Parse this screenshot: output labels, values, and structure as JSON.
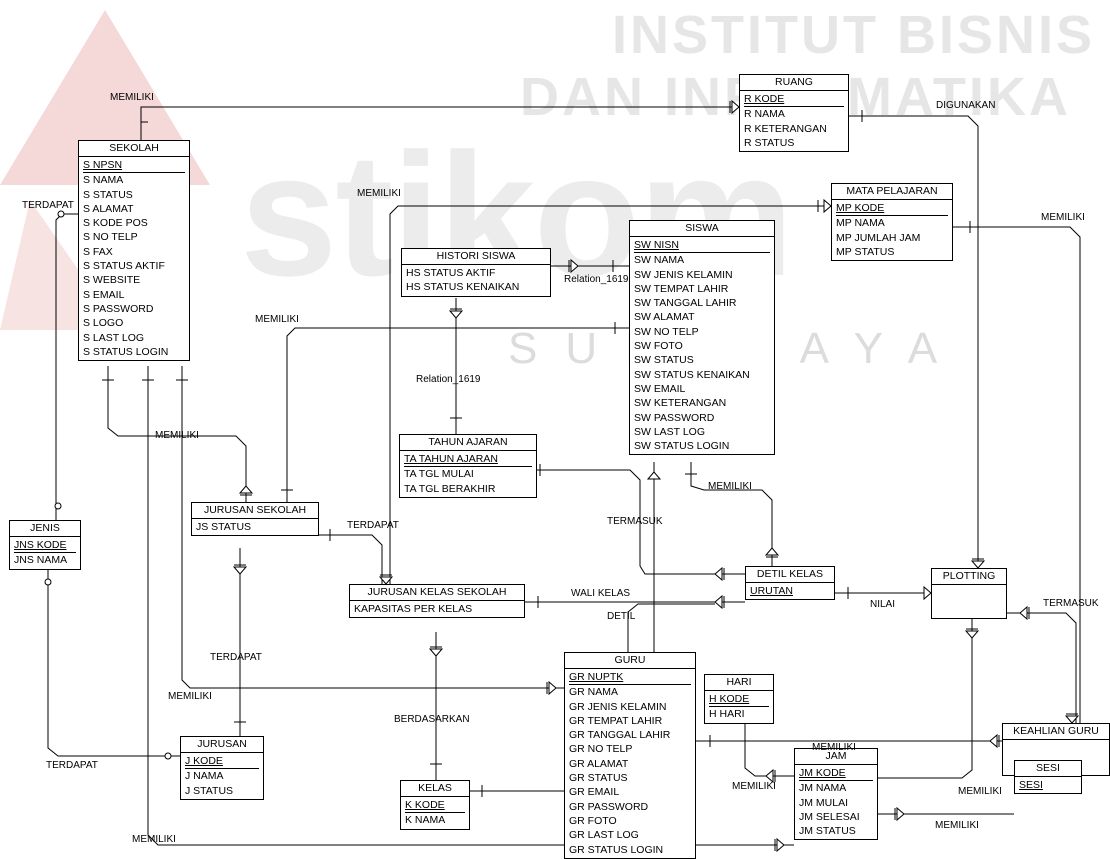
{
  "watermark": {
    "line1": "INSTITUT BISNIS",
    "line2": "DAN INFORMATIKA",
    "brand": "stikom",
    "city": "SURABAYA"
  },
  "entities": {
    "sekolah": {
      "title": "SEKOLAH",
      "pk": [
        "S NPSN"
      ],
      "attrs": [
        "S NAMA",
        "S STATUS",
        "S ALAMAT",
        "S KODE POS",
        "S NO TELP",
        "S FAX",
        "S STATUS AKTIF",
        "S WEBSITE",
        "S EMAIL",
        "S PASSWORD",
        "S LOGO",
        "S LAST LOG",
        "S STATUS LOGIN"
      ]
    },
    "ruang": {
      "title": "RUANG",
      "pk": [
        "R KODE"
      ],
      "attrs": [
        "R NAMA",
        "R KETERANGAN",
        "R STATUS"
      ]
    },
    "mata_pelajaran": {
      "title": "MATA PELAJARAN",
      "pk": [
        "MP KODE"
      ],
      "attrs": [
        "MP NAMA",
        "MP JUMLAH JAM",
        "MP STATUS"
      ]
    },
    "siswa": {
      "title": "SISWA",
      "pk": [
        "SW NISN"
      ],
      "attrs": [
        "SW NAMA",
        "SW JENIS KELAMIN",
        "SW TEMPAT LAHIR",
        "SW TANGGAL LAHIR",
        "SW ALAMAT",
        "SW NO TELP",
        "SW FOTO",
        "SW STATUS",
        "SW STATUS KENAIKAN",
        "SW EMAIL",
        "SW KETERANGAN",
        "SW PASSWORD",
        "SW LAST LOG",
        "SW STATUS LOGIN"
      ]
    },
    "histori_siswa": {
      "title": "HISTORI SISWA",
      "pk": [],
      "attrs": [
        "HS STATUS AKTIF",
        "HS STATUS KENAIKAN"
      ]
    },
    "tahun_ajaran": {
      "title": "TAHUN AJARAN",
      "pk": [
        "TA TAHUN AJARAN"
      ],
      "attrs": [
        "TA TGL MULAI",
        "TA TGL BERAKHIR"
      ]
    },
    "jurusan_sekolah": {
      "title": "JURUSAN SEKOLAH",
      "pk": [],
      "attrs": [
        "JS STATUS"
      ]
    },
    "jurusan_kelas_sekolah": {
      "title": "JURUSAN KELAS SEKOLAH",
      "pk": [],
      "attrs": [
        "KAPASITAS PER KELAS"
      ]
    },
    "detil_kelas": {
      "title": "DETIL KELAS",
      "pk": [
        "URUTAN"
      ],
      "attrs": []
    },
    "plotting": {
      "title": "PLOTTING",
      "pk": [],
      "attrs": []
    },
    "jenis": {
      "title": "JENIS",
      "pk": [
        "JNS KODE"
      ],
      "attrs": [
        "JNS NAMA"
      ]
    },
    "guru": {
      "title": "GURU",
      "pk": [
        "GR NUPTK"
      ],
      "attrs": [
        "GR NAMA",
        "GR JENIS KELAMIN",
        "GR TEMPAT LAHIR",
        "GR TANGGAL LAHIR",
        "GR NO TELP",
        "GR ALAMAT",
        "GR STATUS",
        "GR EMAIL",
        "GR PASSWORD",
        "GR FOTO",
        "GR LAST LOG",
        "GR STATUS LOGIN"
      ]
    },
    "hari": {
      "title": "HARI",
      "pk": [
        "H KODE"
      ],
      "attrs": [
        "H HARI"
      ]
    },
    "keahlian_guru": {
      "title": "KEAHLIAN GURU",
      "pk": [],
      "attrs": []
    },
    "jurusan": {
      "title": "JURUSAN",
      "pk": [
        "J KODE"
      ],
      "attrs": [
        "J NAMA",
        "J STATUS"
      ]
    },
    "kelas": {
      "title": "KELAS",
      "pk": [
        "K KODE"
      ],
      "attrs": [
        "K NAMA"
      ]
    },
    "jam": {
      "title": "JAM",
      "pk": [
        "JM KODE"
      ],
      "attrs": [
        "JM NAMA",
        "JM MULAI",
        "JM SELESAI",
        "JM STATUS"
      ]
    },
    "sesi": {
      "title": "SESI",
      "pk": [
        "SESI"
      ],
      "attrs": []
    }
  },
  "labels": {
    "memiliki_top": "MEMILIKI",
    "digunakan": "DIGUNAKAN",
    "memiliki_mp": "MEMILIKI",
    "memiliki_right": "MEMILIKI",
    "terdapat_left": "TERDAPAT",
    "relation_1619_top": "Relation_1619",
    "memiliki_js": "MEMILIKI",
    "relation_1619": "Relation_1619",
    "memiliki_sk": "MEMILIKI",
    "memiliki_dk": "MEMILIKI",
    "terdapat_js": "TERDAPAT",
    "termasuk_dk": "TERMASUK",
    "wali_kelas": "WALI KELAS",
    "nilai": "NILAI",
    "termasuk_right": "TERMASUK",
    "detil": "DETIL",
    "terdapat_jur": "TERDAPAT",
    "memiliki_guru": "MEMILIKI",
    "berdasarkan": "BERDASARKAN",
    "terdapat_jenis": "TERDAPAT",
    "memiliki_hari": "MEMILIKI",
    "memiliki_jam": "MEMILIKI",
    "memiliki_bottom": "MEMILIKI",
    "memiliki_sesi": "MEMILIKI",
    "memiliki_jam_top": "MEMILIKI"
  }
}
